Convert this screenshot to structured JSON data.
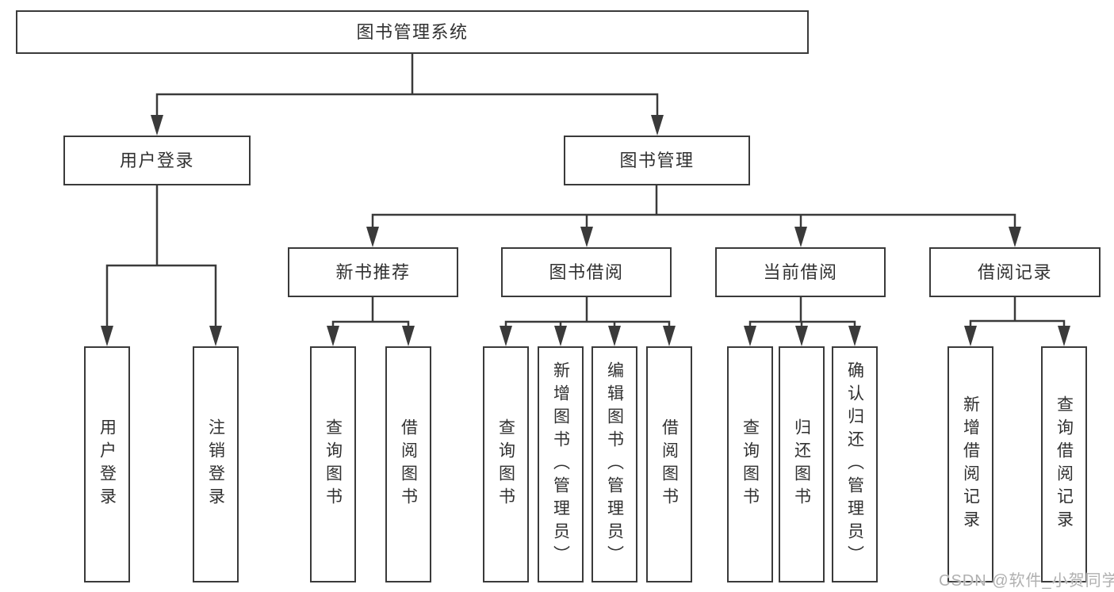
{
  "tree": {
    "label": "图书管理系统",
    "children": [
      {
        "label": "用户登录",
        "children": [
          {
            "label": "用户登录"
          },
          {
            "label": "注销登录"
          }
        ]
      },
      {
        "label": "图书管理",
        "children": [
          {
            "label": "新书推荐",
            "children": [
              {
                "label": "查询图书"
              },
              {
                "label": "借阅图书"
              }
            ]
          },
          {
            "label": "图书借阅",
            "children": [
              {
                "label": "查询图书"
              },
              {
                "label": "新增图书（管理员）"
              },
              {
                "label": "编辑图书（管理员）"
              },
              {
                "label": "借阅图书"
              }
            ]
          },
          {
            "label": "当前借阅",
            "children": [
              {
                "label": "查询图书"
              },
              {
                "label": "归还图书"
              },
              {
                "label": "确认归还（管理员）"
              }
            ]
          },
          {
            "label": "借阅记录",
            "children": [
              {
                "label": "新增借阅记录"
              },
              {
                "label": "查询借阅记录"
              }
            ]
          }
        ]
      }
    ]
  },
  "watermark": "CSDN @软件_小贺同学",
  "colors": {
    "line": "#3a3a3a",
    "box_border": "#3a3a3a",
    "box_fill": "#ffffff",
    "text": "#313131",
    "background": "#ffffff",
    "watermark": "#b0b0b0"
  }
}
